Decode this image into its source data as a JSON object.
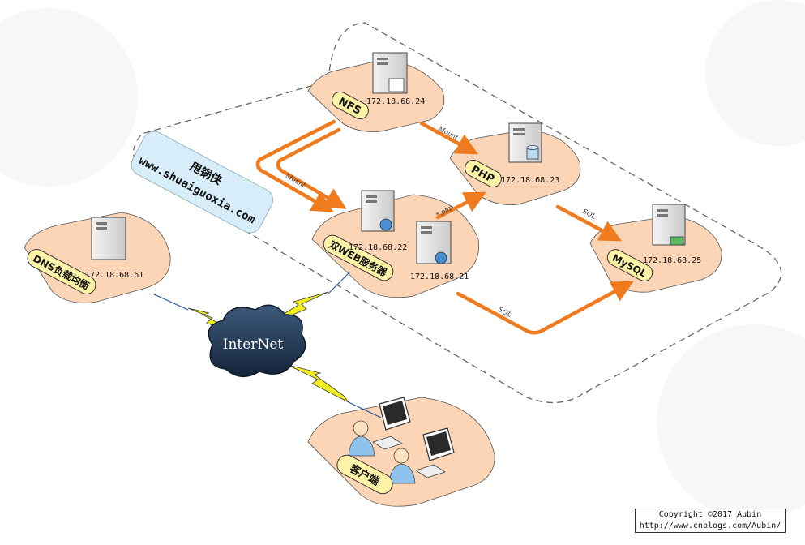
{
  "diagram": {
    "nodes": {
      "nfs": {
        "label": "NFS",
        "ip": "172.18.68.24"
      },
      "php": {
        "label": "PHP",
        "ip": "172.18.68.23"
      },
      "mysql": {
        "label": "MySQL",
        "ip": "172.18.68.25"
      },
      "web": {
        "label": "双WEB服务器",
        "ip1": "172.18.68.22",
        "ip2": "172.18.68.21"
      },
      "dns": {
        "label": "DNS负载均衡",
        "ip": "172.18.68.61"
      },
      "client": {
        "label": "客户端"
      },
      "internet": {
        "label": "InterNet"
      }
    },
    "edges": {
      "mount_php": "Mount",
      "mount_web": "Mount",
      "php_req": "*.php",
      "sql_php": "SQL",
      "sql_web": "SQL"
    },
    "banner": {
      "line1": "甩锅侠",
      "line2": "www.shuaiguoxia.com"
    }
  },
  "footer": {
    "copyright": "Copyright ©2017 Aubin",
    "url": "http://www.cnblogs.com/Aubin/"
  },
  "colors": {
    "pad": "#fbd5b5",
    "label_tag": "#fdf3a6",
    "arrow": "#f07b1e",
    "lightning": "#f0ee20",
    "cloud": "#223a55",
    "banner": "#d7eefa"
  }
}
